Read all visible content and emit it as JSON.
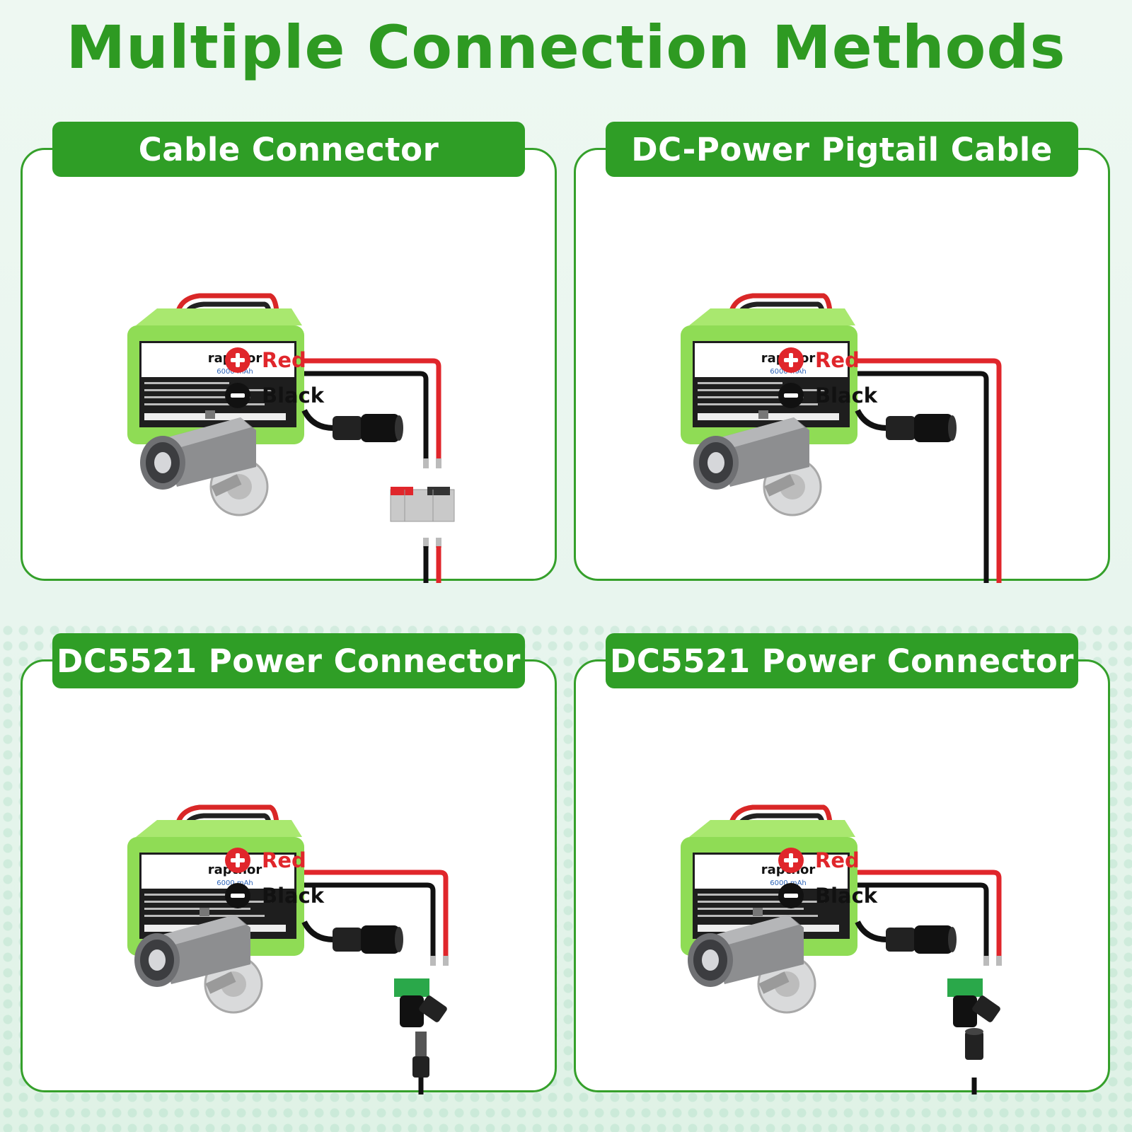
{
  "title": "Multiple Connection Methods",
  "panels": [
    {
      "heading": "Cable Connector",
      "positive_label": "Red",
      "negative_label": "Black",
      "brand": "rapthor",
      "capacity": "6000 mAh"
    },
    {
      "heading": "DC-Power Pigtail Cable",
      "positive_label": "Red",
      "negative_label": "Black",
      "brand": "rapthor",
      "capacity": "6000 mAh"
    },
    {
      "heading": "DC5521 Power Connector",
      "positive_label": "Red",
      "negative_label": "Black",
      "brand": "rapthor",
      "capacity": "6000 mAh"
    },
    {
      "heading": "DC5521 Power Connector",
      "positive_label": "Red",
      "negative_label": "Black",
      "brand": "rapthor",
      "capacity": "6000 mAh"
    }
  ],
  "colors": {
    "accent": "#2f9e26",
    "positive": "#e0262b",
    "negative": "#111111",
    "battery": "#8fdc55"
  },
  "icons": [
    "plus-icon",
    "minus-icon",
    "battery-icon",
    "camera-icon",
    "dc-jack-icon",
    "wire-connector-icon"
  ]
}
